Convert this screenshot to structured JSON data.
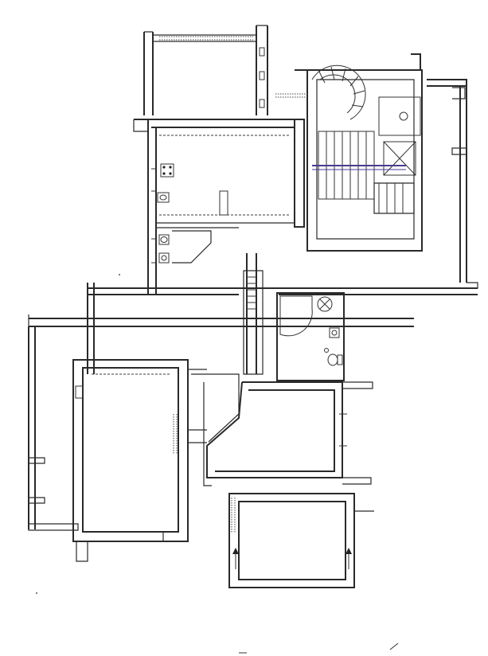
{
  "document": {
    "type": "architectural floor plan (scanned, rotated)",
    "margin_marks": "",
    "bottom_mark": ""
  },
  "symbols": {
    "stair_icon": "stair-symbol",
    "spiral_stair_icon": "spiral-stair-symbol",
    "toilet_icon": "toilet-symbol",
    "sink_icon": "sink-symbol",
    "shower_icon": "shower-symbol",
    "stove_icon": "stove-symbol",
    "arrow_icon": "direction-arrow"
  },
  "colors": {
    "wall": "#2a2a2a",
    "background": "#ffffff",
    "hatch": "#444444",
    "stair_accent": "#4a3b8f"
  }
}
